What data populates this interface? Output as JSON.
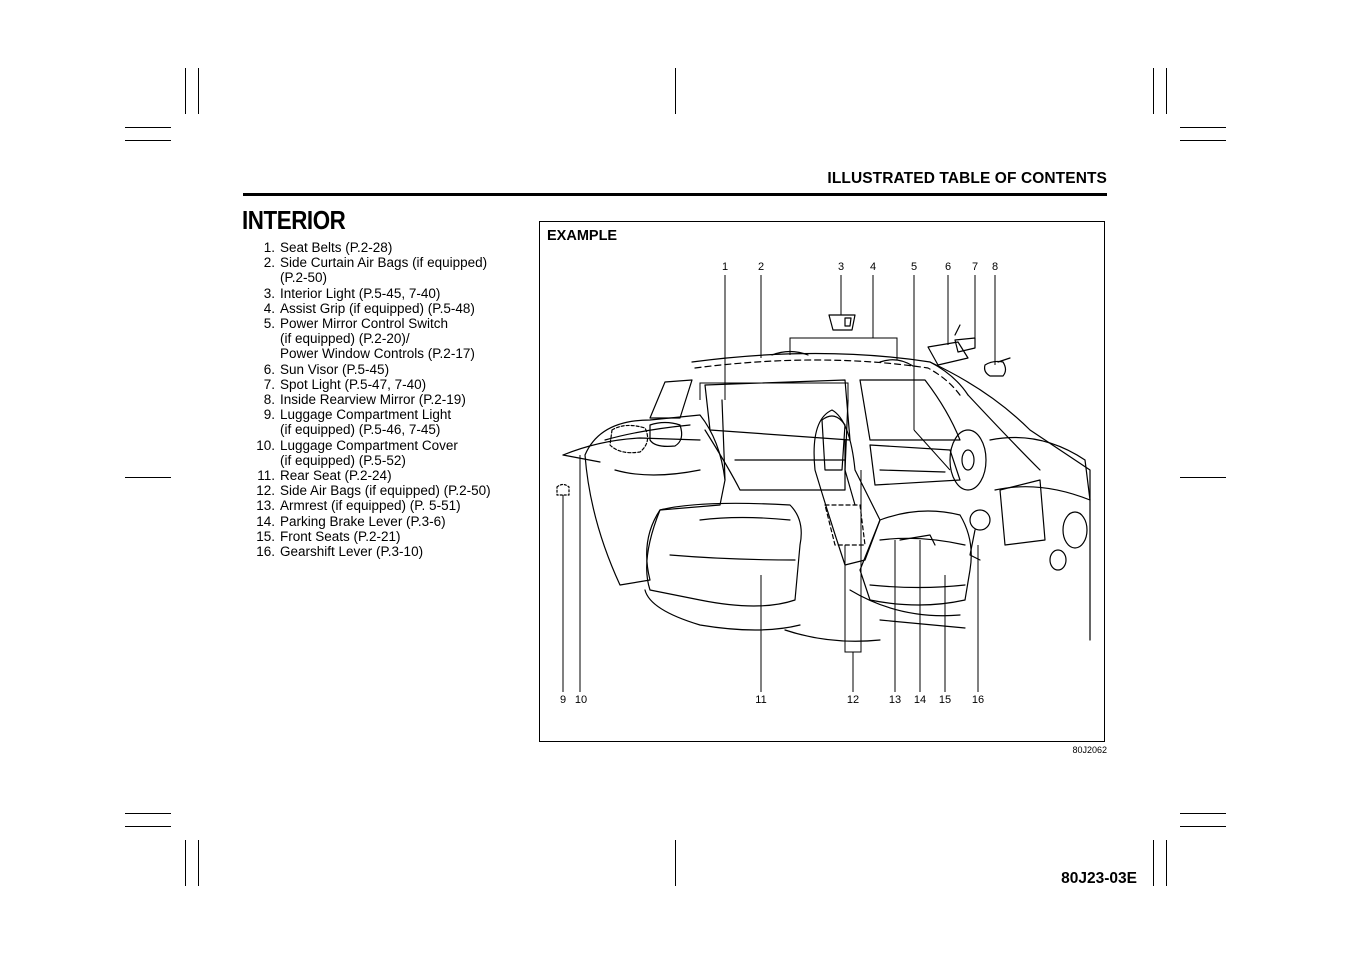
{
  "header": {
    "title": "ILLUSTRATED TABLE OF CONTENTS"
  },
  "section": {
    "title": "INTERIOR"
  },
  "toc": [
    {
      "num": "1.",
      "lines": [
        "Seat Belts (P.2-28)"
      ]
    },
    {
      "num": "2.",
      "lines": [
        "Side Curtain Air Bags (if equipped)",
        "(P.2-50)"
      ]
    },
    {
      "num": "3.",
      "lines": [
        "Interior Light (P.5-45, 7-40)"
      ]
    },
    {
      "num": "4.",
      "lines": [
        "Assist Grip (if equipped) (P.5-48)"
      ]
    },
    {
      "num": "5.",
      "lines": [
        "Power Mirror Control Switch",
        "(if equipped) (P.2-20)/",
        "Power Window Controls (P.2-17)"
      ]
    },
    {
      "num": "6.",
      "lines": [
        "Sun Visor (P.5-45)"
      ]
    },
    {
      "num": "7.",
      "lines": [
        "Spot Light (P.5-47, 7-40)"
      ]
    },
    {
      "num": "8.",
      "lines": [
        "Inside Rearview Mirror (P.2-19)"
      ]
    },
    {
      "num": "9.",
      "lines": [
        "Luggage Compartment Light",
        "(if equipped) (P.5-46, 7-45)"
      ]
    },
    {
      "num": "10.",
      "lines": [
        "Luggage Compartment Cover",
        "(if equipped) (P.5-52)"
      ]
    },
    {
      "num": "11.",
      "lines": [
        "Rear Seat (P.2-24)"
      ]
    },
    {
      "num": "12.",
      "lines": [
        "Side Air Bags (if equipped) (P.2-50)"
      ]
    },
    {
      "num": "13.",
      "lines": [
        "Armrest (if equipped) (P. 5-51)"
      ]
    },
    {
      "num": "14.",
      "lines": [
        "Parking Brake Lever (P.3-6)"
      ]
    },
    {
      "num": "15.",
      "lines": [
        "Front Seats (P.2-21)"
      ]
    },
    {
      "num": "16.",
      "lines": [
        "Gearshift Lever (P.3-10)"
      ]
    }
  ],
  "figure": {
    "label": "EXAMPLE",
    "code": "80J2062",
    "callouts_top": [
      "1",
      "2",
      "3",
      "4",
      "5",
      "6",
      "7",
      "8"
    ],
    "callouts_bottom": [
      "9",
      "10",
      "11",
      "12",
      "13",
      "14",
      "15",
      "16"
    ]
  },
  "footer": {
    "page_code": "80J23-03E"
  }
}
